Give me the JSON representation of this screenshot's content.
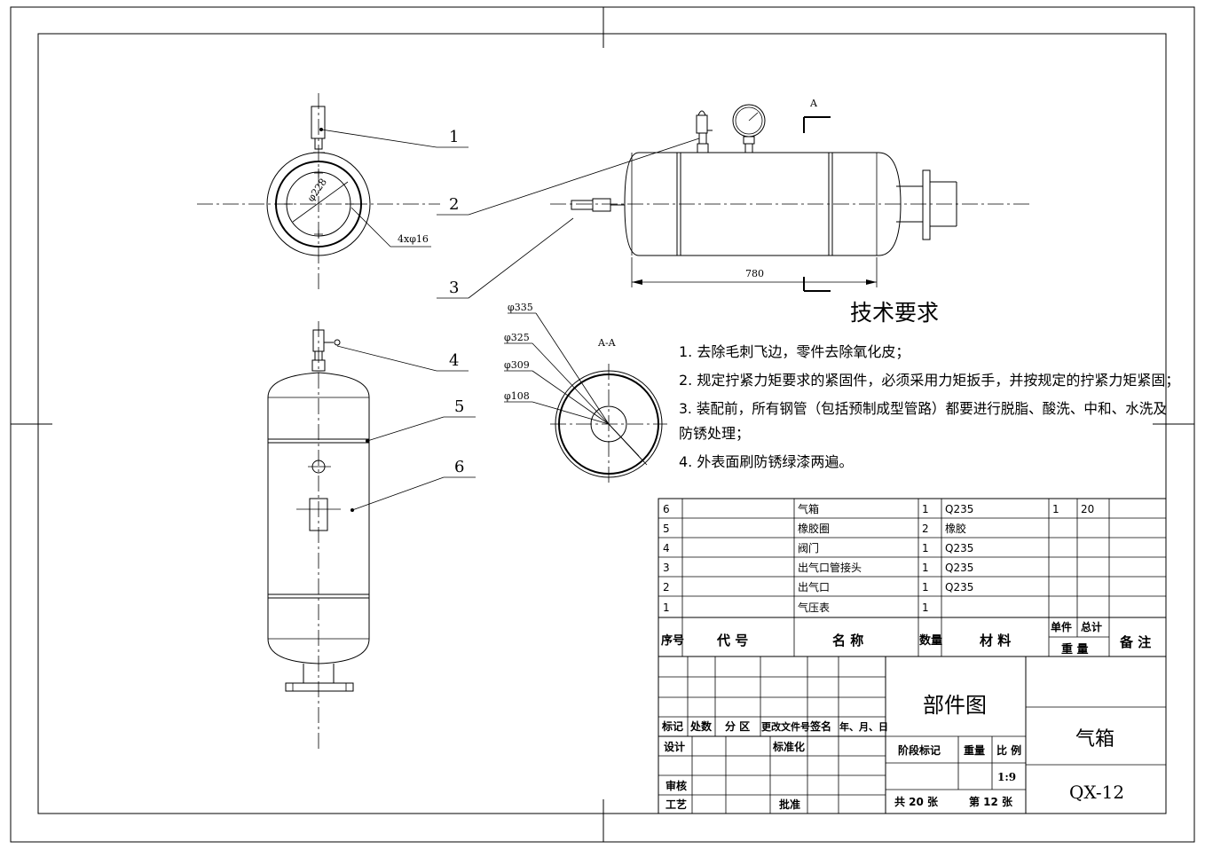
{
  "callouts": [
    "1",
    "2",
    "3",
    "4",
    "5",
    "6"
  ],
  "dims": {
    "d228": "φ228",
    "holes": "4xφ16",
    "len780": "780",
    "sectionA": "A",
    "sectionTitle": "A-A",
    "d335": "φ335",
    "d325": "φ325",
    "d309": "φ309",
    "d108": "φ108"
  },
  "tech": {
    "title": "技术要求",
    "lines": [
      "1. 去除毛刺飞边，零件去除氧化皮；",
      "2. 规定拧紧力矩要求的紧固件，必须采用力矩扳手，并按规定的拧紧力矩紧固；",
      "3. 装配前，所有钢管（包括预制成型管路）都要进行脱脂、酸洗、中和、水洗及",
      "防锈处理；",
      "4. 外表面刷防锈绿漆两遍。"
    ]
  },
  "bom": {
    "rows": [
      {
        "no": "6",
        "code": "",
        "name": "气箱",
        "qty": "1",
        "mat": "Q235",
        "unit": "1",
        "total": "20",
        "note": ""
      },
      {
        "no": "5",
        "code": "",
        "name": "橡胶圈",
        "qty": "2",
        "mat": "橡胶",
        "unit": "",
        "total": "",
        "note": ""
      },
      {
        "no": "4",
        "code": "",
        "name": "阀门",
        "qty": "1",
        "mat": "Q235",
        "unit": "",
        "total": "",
        "note": ""
      },
      {
        "no": "3",
        "code": "",
        "name": "出气口管接头",
        "qty": "1",
        "mat": "Q235",
        "unit": "",
        "total": "",
        "note": ""
      },
      {
        "no": "2",
        "code": "",
        "name": "出气口",
        "qty": "1",
        "mat": "Q235",
        "unit": "",
        "total": "",
        "note": ""
      },
      {
        "no": "1",
        "code": "",
        "name": "气压表",
        "qty": "1",
        "mat": "",
        "unit": "",
        "total": "",
        "note": ""
      }
    ],
    "header": {
      "no": "序号",
      "code": "代 号",
      "name": "名 称",
      "qty": "数量",
      "mat": "材 料",
      "unit": "单件",
      "total": "总计",
      "weight": "重 量",
      "note": "备 注"
    }
  },
  "title_block": {
    "revision_labels": [
      "标记",
      "处数",
      "分 区",
      "更改文件号",
      "签名",
      "年、月、日"
    ],
    "design": "设计",
    "standard": "标准化",
    "review": "审核",
    "process": "工艺",
    "approve": "批准",
    "drawing_type": "部件图",
    "stage": "阶段标记",
    "weight": "重量",
    "scale_label": "比 例",
    "scale": "1:9",
    "sheets_total": "共 20 张",
    "sheet_no": "第 12 张",
    "part_name": "气箱",
    "code": "QX-12"
  }
}
